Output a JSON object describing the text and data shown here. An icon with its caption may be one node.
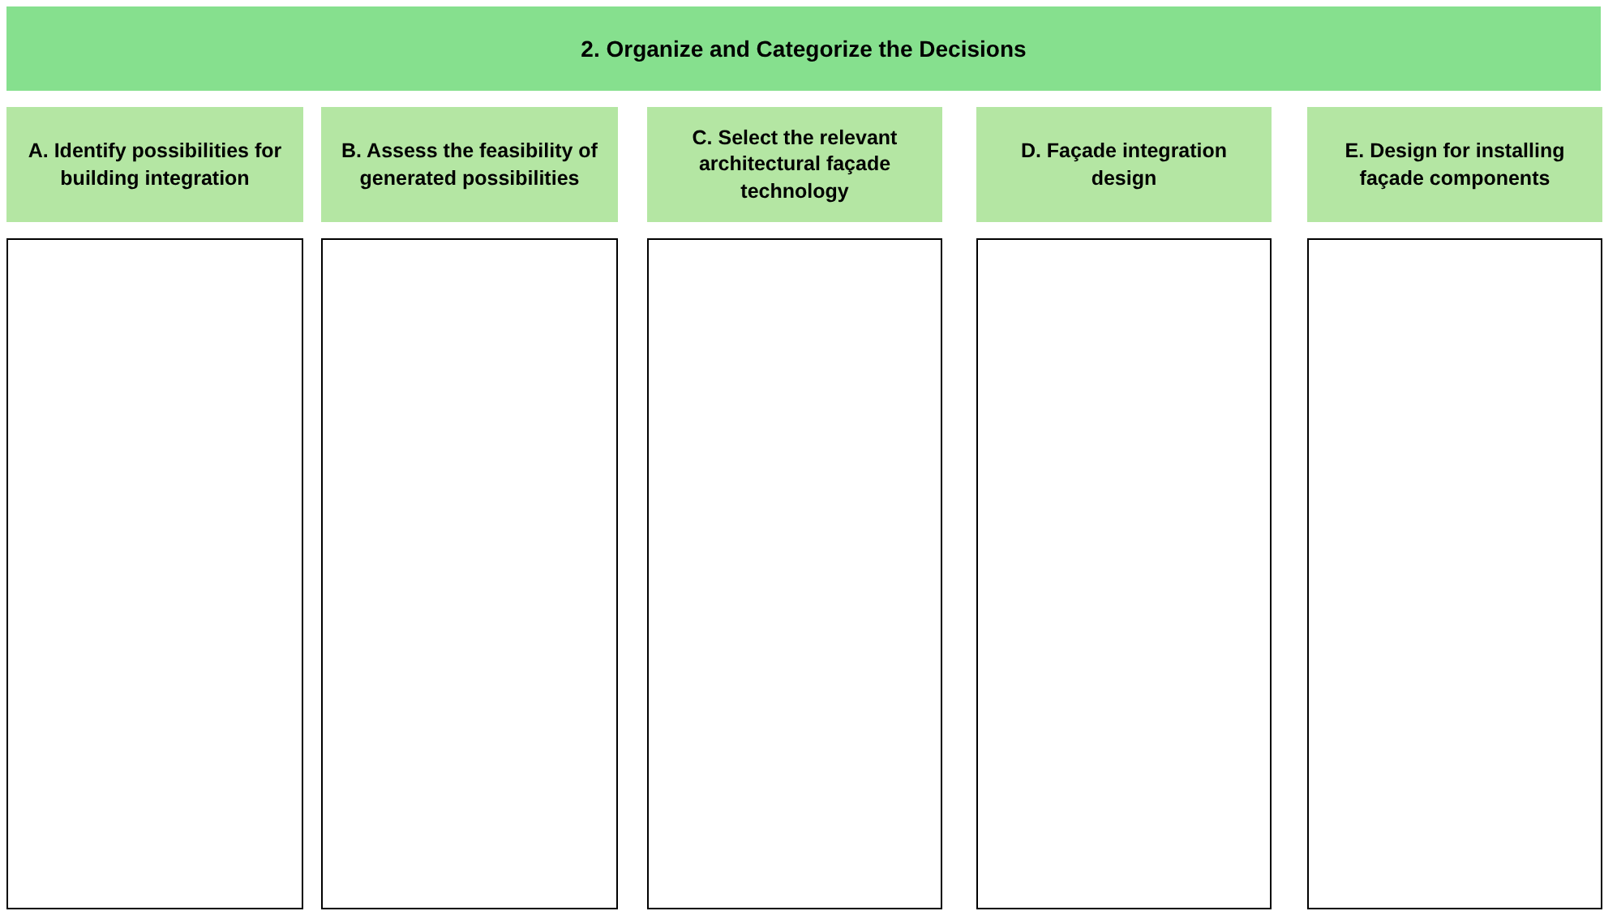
{
  "diagram": {
    "nodes": [
      {
        "text": [
          "2. Organize and Categorize the Decisions"
        ]
      },
      {
        "text": [
          "A. Identify possibilities for building integration"
        ]
      },
      {
        "text": [
          "B. Assess the feasibility of generated possibilities"
        ]
      },
      {
        "text": [
          "C. Select the relevant architectural façade technology"
        ]
      },
      {
        "text": [
          "D. Façade integration design"
        ]
      },
      {
        "text": [
          "E. Design for installing façade components"
        ]
      },
      {
        "text": [],
        "shape": "box"
      },
      {
        "text": [],
        "shape": "box"
      },
      {
        "text": [],
        "shape": "box"
      },
      {
        "text": [],
        "shape": "box"
      },
      {
        "text": [],
        "shape": "box"
      }
    ]
  }
}
